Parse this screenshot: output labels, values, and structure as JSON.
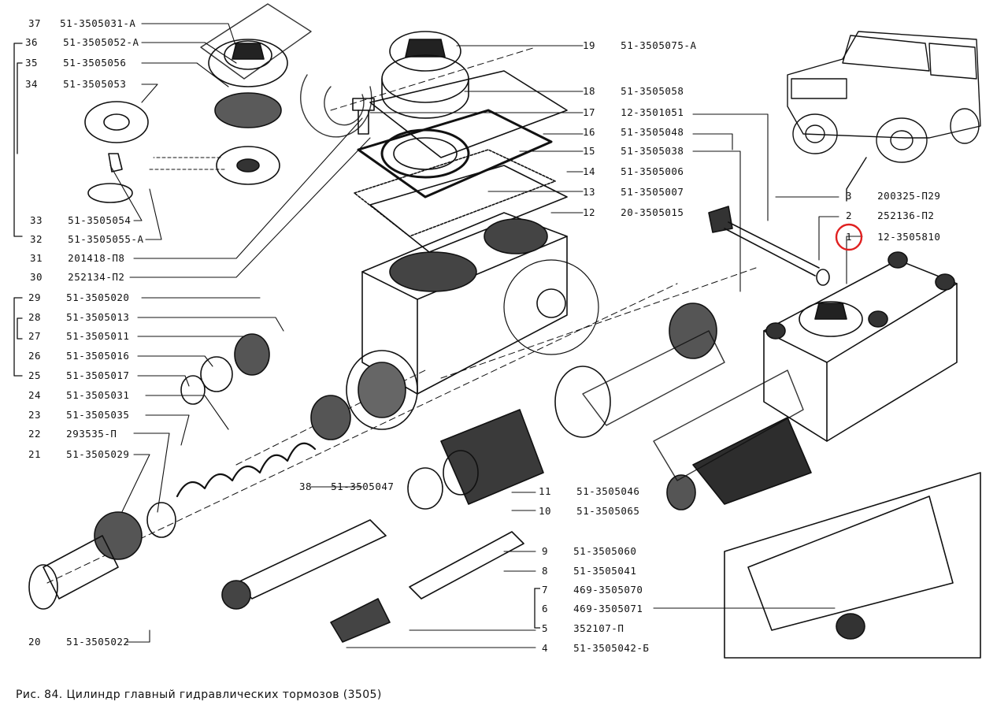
{
  "caption": "Рис. 84. Цилиндр главный гидравлических тормозов (3505)",
  "highlight_color": "#e02020",
  "parts": [
    {
      "num": "37",
      "code": "51-3505031-А"
    },
    {
      "num": "36",
      "code": "51-3505052-А"
    },
    {
      "num": "35",
      "code": "51-3505056"
    },
    {
      "num": "34",
      "code": "51-3505053"
    },
    {
      "num": "33",
      "code": "51-3505054"
    },
    {
      "num": "32",
      "code": "51-3505055-А"
    },
    {
      "num": "31",
      "code": "201418-П8"
    },
    {
      "num": "30",
      "code": "252134-П2"
    },
    {
      "num": "29",
      "code": "51-3505020"
    },
    {
      "num": "28",
      "code": "51-3505013"
    },
    {
      "num": "27",
      "code": "51-3505011"
    },
    {
      "num": "26",
      "code": "51-3505016"
    },
    {
      "num": "25",
      "code": "51-3505017"
    },
    {
      "num": "24",
      "code": "51-3505031"
    },
    {
      "num": "23",
      "code": "51-3505035"
    },
    {
      "num": "22",
      "code": "293535-П"
    },
    {
      "num": "21",
      "code": "51-3505029"
    },
    {
      "num": "20",
      "code": "51-3505022"
    },
    {
      "num": "19",
      "code": "51-3505075-А"
    },
    {
      "num": "18",
      "code": "51-3505058"
    },
    {
      "num": "17",
      "code": "12-3501051"
    },
    {
      "num": "16",
      "code": "51-3505048"
    },
    {
      "num": "15",
      "code": "51-3505038"
    },
    {
      "num": "14",
      "code": "51-3505006"
    },
    {
      "num": "13",
      "code": "51-3505007"
    },
    {
      "num": "12",
      "code": "20-3505015"
    },
    {
      "num": "3",
      "code": "200325-П29"
    },
    {
      "num": "2",
      "code": "252136-П2"
    },
    {
      "num": "1",
      "code": "12-3505810"
    },
    {
      "num": "38",
      "code": "51-3505047"
    },
    {
      "num": "11",
      "code": "51-3505046"
    },
    {
      "num": "10",
      "code": "51-3505065"
    },
    {
      "num": "9",
      "code": "51-3505060"
    },
    {
      "num": "8",
      "code": "51-3505041"
    },
    {
      "num": "7",
      "code": "469-3505070"
    },
    {
      "num": "6",
      "code": "469-3505071"
    },
    {
      "num": "5",
      "code": "352107-П"
    },
    {
      "num": "4",
      "code": "51-3505042-Б"
    }
  ]
}
